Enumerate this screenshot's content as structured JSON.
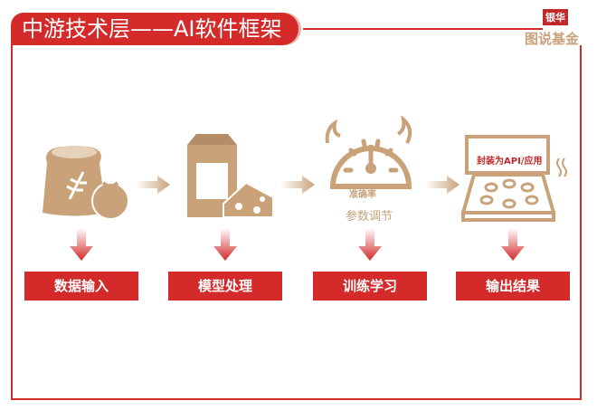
{
  "title": "中游技术层——AI软件框架",
  "logo": {
    "top": "银华",
    "bottom": "图说基金"
  },
  "steps": [
    {
      "label": "数据输入",
      "icon": "flour-sack-tomato-icon"
    },
    {
      "label": "模型处理",
      "icon": "milk-carton-cheese-icon"
    },
    {
      "label": "训练学习",
      "icon": "gauge-fire-icon",
      "gauge_text": "准确率",
      "caption": "参数调节"
    },
    {
      "label": "输出结果",
      "icon": "pizza-box-icon",
      "box_text": "封装为API/应用"
    }
  ],
  "colors": {
    "accent": "#d42a2a",
    "icon": "#c9a27a"
  }
}
